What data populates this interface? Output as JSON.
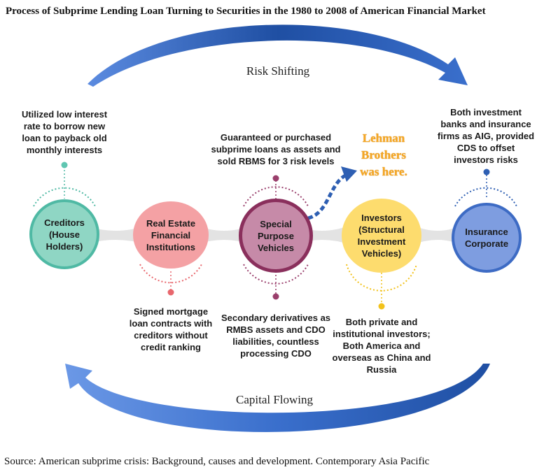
{
  "title": "Process of Subprime Lending Loan Turning to Securities in the 1980 to 2008 of American Financial Market",
  "top_arrow_label": "Risk Shifting",
  "bottom_arrow_label": "Capital Flowing",
  "nodes": [
    {
      "label": "Creditors\n(House\nHolders)",
      "color": "#8fd6c4"
    },
    {
      "label": "Real Estate\nFinancial\nInstitutions",
      "color": "#f4a1a4"
    },
    {
      "label": "Special\nPurpose\nVehicles",
      "color": "#c68aa8"
    },
    {
      "label": "Investors\n(Structural\nInvestment\nVehicles)",
      "color": "#fddc6e"
    },
    {
      "label": "Insurance\nCorporate",
      "color": "#7e9de0"
    }
  ],
  "notes": {
    "creditors": "Utilized low interest\nrate to borrow new\nloan to payback old\nmonthly interests",
    "real_estate": "Signed mortgage\nloan contracts with\ncreditors without\ncredit ranking",
    "spv_top": "Guaranteed or purchased\nsubprime loans as assets and\nsold RBMS for 3 risk levels",
    "spv_bottom": "Secondary derivatives as\nRMBS assets and CDO\nliabilities, countless\nprocessing CDO",
    "investors": "Both private and\ninstitutional investors;\nBoth America and\noverseas as China and\nRussia",
    "insurance": "Both investment\nbanks and insurance\nfirms as AIG, provided\nCDS to offset\ninvestors risks"
  },
  "callout": "Lehman\nBrothers\nwas here.",
  "source": "Source: American subprime crisis: Background, causes and development. Contemporary Asia Pacific",
  "colors": {
    "arrow_blue": "#2e5fb3",
    "connector": "#e0e0e0",
    "callout_orange": "#f5a623"
  }
}
